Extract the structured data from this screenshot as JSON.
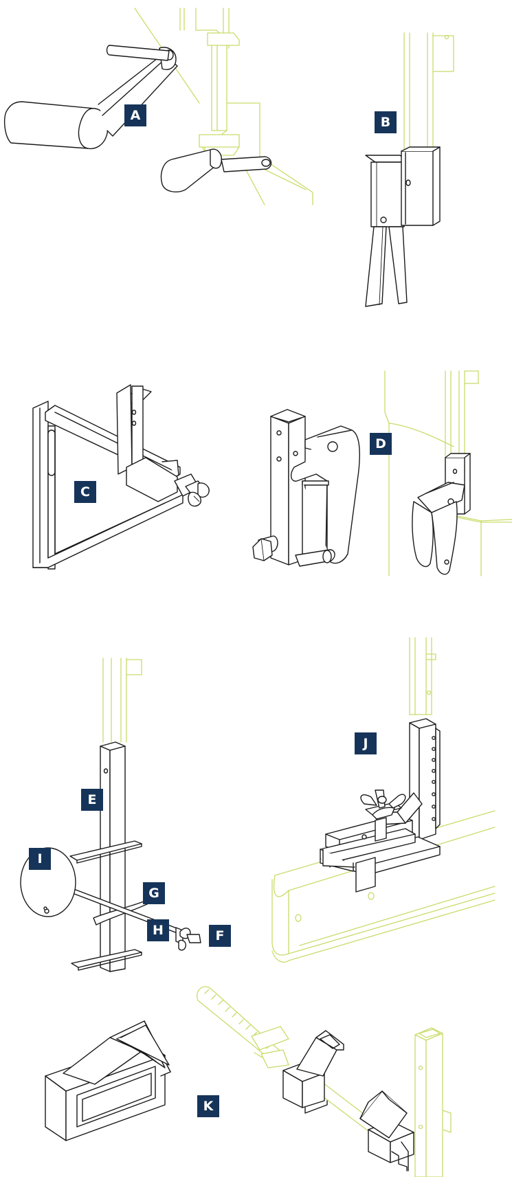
{
  "labels": {
    "A": "A",
    "B": "B",
    "C": "C",
    "D": "D",
    "E": "E",
    "F": "F",
    "G": "G",
    "H": "H",
    "I": "I",
    "J": "J",
    "K": "K"
  },
  "colors": {
    "badge_background": "#163459",
    "badge_text": "#ffffff",
    "line_ink": "#1a1a1a",
    "context_line": "#c8dc6a"
  }
}
